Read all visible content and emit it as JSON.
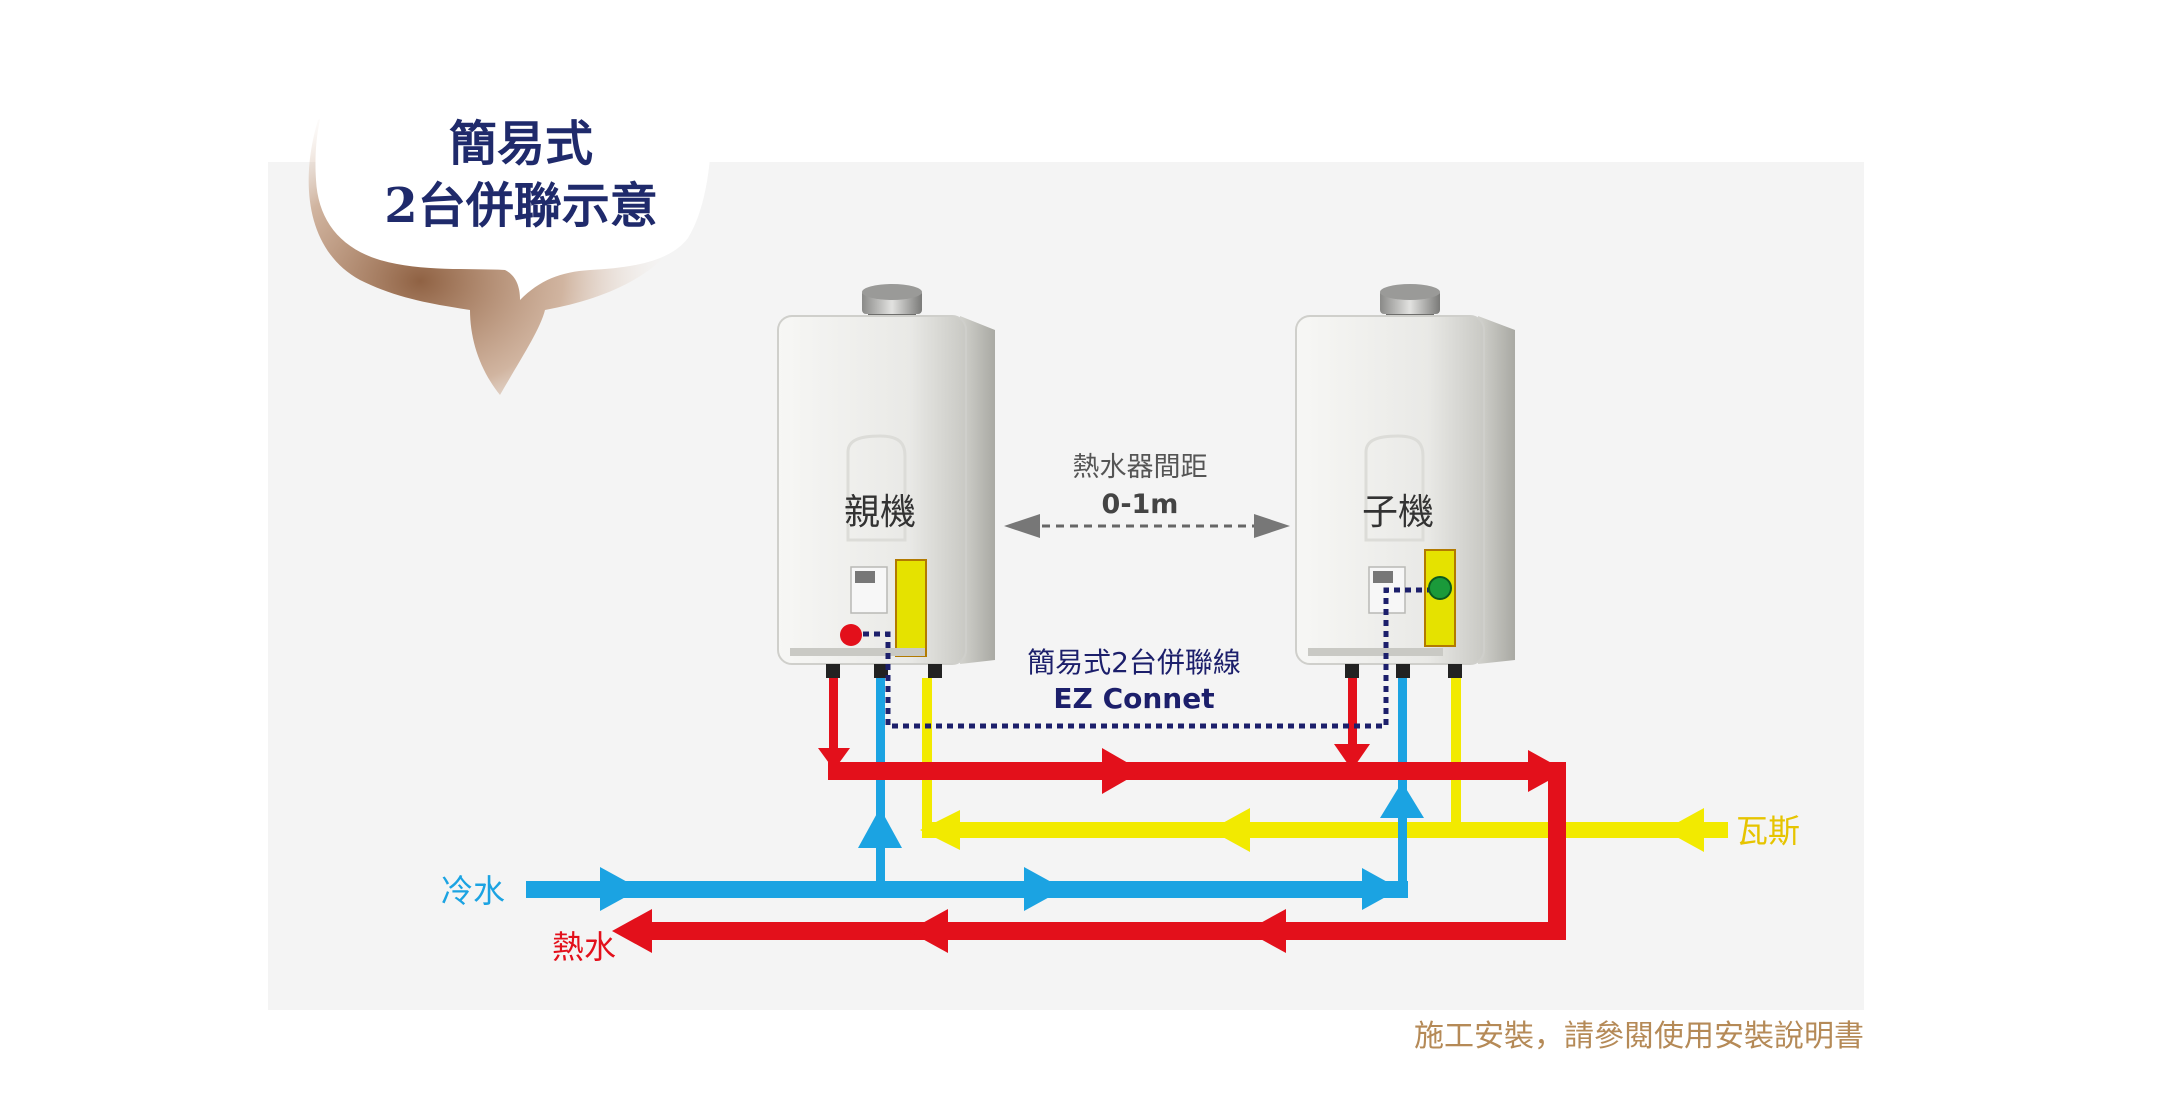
{
  "title": {
    "line1": "簡易式",
    "line2": "2台併聯示意"
  },
  "units": {
    "master_label": "親機",
    "slave_label": "子機"
  },
  "spacing": {
    "label": "熱水器間距",
    "value": "0-1m"
  },
  "cable": {
    "label_zh": "簡易式2台併聯線",
    "label_en": "EZ Connet"
  },
  "pipes": {
    "cold_water": "冷水",
    "hot_water": "熱水",
    "gas": "瓦斯"
  },
  "footnote": "施工安裝，請參閱使用安裝說明書",
  "colors": {
    "hot": "#e3101b",
    "cold": "#1ba3e2",
    "gas": "#f2ea00",
    "cable": "#1c1f6b",
    "title": "#1f2a6b",
    "footnote": "#b58a57",
    "panel_bg": "#f4f4f4"
  }
}
